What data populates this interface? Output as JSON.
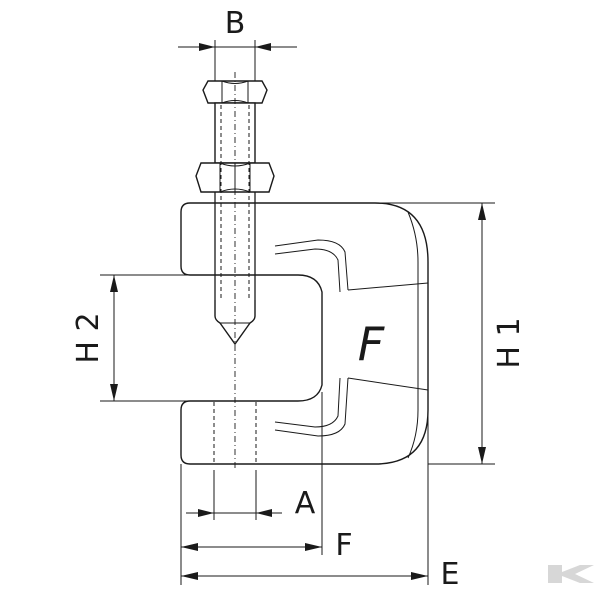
{
  "diagram": {
    "stroke_color": "#1a1a1a",
    "background": "#ffffff",
    "dimension_labels": {
      "a": "A",
      "b": "B",
      "e": "E",
      "f": "F",
      "h1": "H 1",
      "h2": "H 2"
    },
    "clamp_mark": "F",
    "watermark_logo": "K"
  }
}
